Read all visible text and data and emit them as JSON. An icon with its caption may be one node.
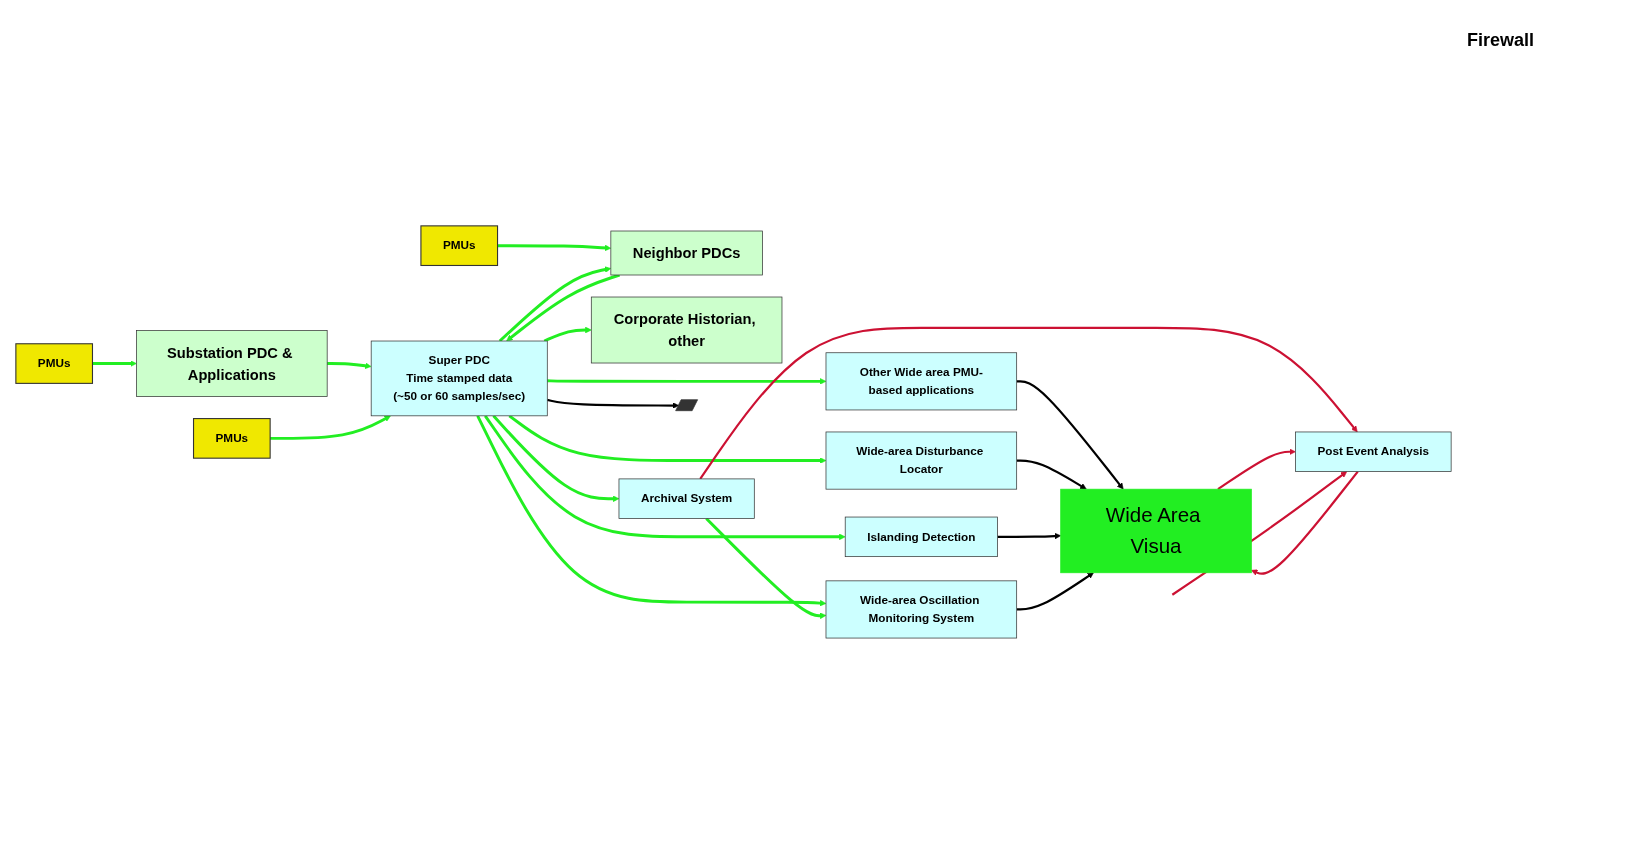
{
  "diagram": {
    "nodes": [
      {
        "text": [
          "PMUs"
        ]
      },
      {
        "text": [
          "Substation PDC & Applications"
        ]
      },
      {
        "text": [
          "Super PDC",
          "Time stamped data",
          "(~50 or 60 samples/sec)"
        ]
      },
      {
        "text": [
          "Other Wide area PMU-based applications"
        ]
      },
      {
        "text": [
          "Wide Area Visua"
        ]
      },
      {
        "text": [
          "Wide-area Disturbance Locator"
        ]
      },
      {
        "text": [
          "PMUs"
        ]
      },
      {
        "text": [
          "Neighbor PDCs"
        ]
      },
      {
        "text": [
          "Islanding Detection"
        ]
      },
      {
        "text": [
          "PMUs"
        ]
      },
      {
        "text": [
          "Wide-area Oscillation Monitoring System"
        ]
      },
      {
        "text": [
          "Corporate Historian, other"
        ]
      },
      {
        "text": [
          "Archival System"
        ]
      },
      {
        "text": [
          "Post Event Analysis"
        ]
      },
      {
        "text": [],
        "shape": "bar"
      }
    ],
    "edges": [
      {
        "from": 0,
        "to": 1,
        "arrow": "to"
      },
      {
        "from": 1,
        "to": 2,
        "arrow": "to"
      },
      {
        "from": 6,
        "to": 7,
        "arrow": "to"
      },
      {
        "from": 7,
        "to": 2,
        "arrow": "to"
      },
      {
        "from": 2,
        "to": 7,
        "arrow": "to"
      },
      {
        "from": 9,
        "to": 2,
        "arrow": "to"
      },
      {
        "from": 2,
        "to": 11,
        "arrow": "to"
      },
      {
        "from": 2,
        "to": 3,
        "arrow": "to"
      },
      {
        "from": 2,
        "to": 5,
        "arrow": "to"
      },
      {
        "from": 2,
        "to": 8,
        "arrow": "to"
      },
      {
        "from": 2,
        "to": 10,
        "arrow": "to"
      },
      {
        "from": 2,
        "to": 12,
        "arrow": "to"
      },
      {
        "from": 12,
        "to": 10,
        "arrow": "to"
      },
      {
        "from": 3,
        "to": 4,
        "arrow": "to",
        "color": "#000000"
      },
      {
        "from": 5,
        "to": 4,
        "arrow": "to",
        "color": "#000000"
      },
      {
        "from": 8,
        "to": 4,
        "arrow": "to",
        "color": "#000000"
      },
      {
        "from": 10,
        "to": 4,
        "arrow": "to",
        "color": "#000000"
      },
      {
        "from": 2,
        "to": 14,
        "arrow": "to",
        "color": "#000000"
      },
      {
        "from": 12,
        "to": 13,
        "arrow": "to",
        "color": "#cc1133"
      },
      {
        "from": 13,
        "to": 4,
        "arrow": "to",
        "color": "#cc1133"
      },
      {
        "from": 4,
        "to": 13,
        "arrow": "to",
        "color": "#cc1133"
      },
      {
        "from": null,
        "to": 13,
        "arrow": "to",
        "color": "#cc1133"
      }
    ],
    "labels": [
      "Firewall"
    ]
  }
}
